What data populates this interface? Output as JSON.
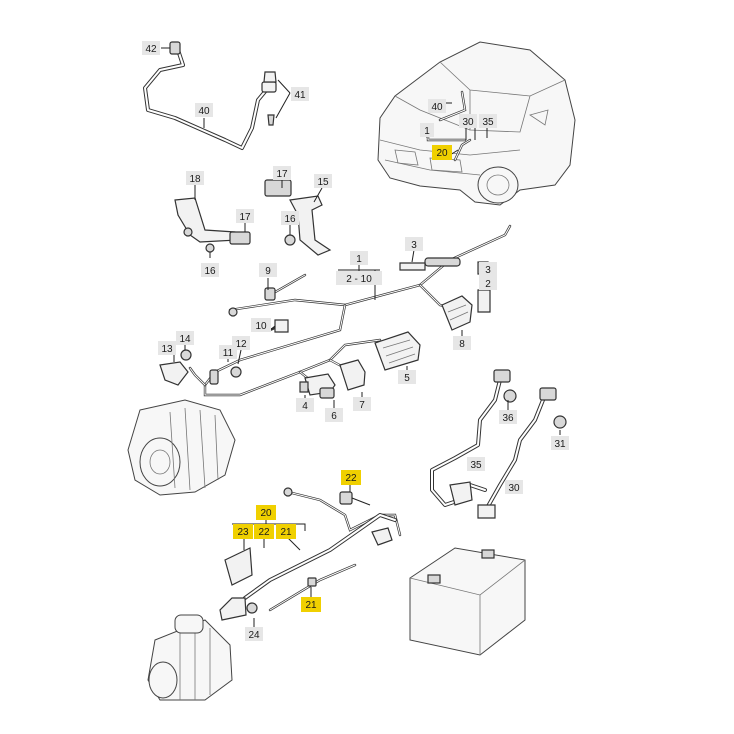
{
  "highlight_color": "#f0d000",
  "callout_color": "#e6e6e6",
  "labels": {
    "l42": "42",
    "l40": "40",
    "l41": "41",
    "l18": "18",
    "l17a": "17",
    "l17b": "17",
    "l15": "15",
    "l16a": "16",
    "l16b": "16",
    "l9": "9",
    "l1": "1",
    "l2_10": "2 - 10",
    "l3a": "3",
    "l3b": "3",
    "l2": "2",
    "l8": "8",
    "l10": "10",
    "l14": "14",
    "l13": "13",
    "l12": "12",
    "l11": "11",
    "l5": "5",
    "l4": "4",
    "l6": "6",
    "l7": "7",
    "l36": "36",
    "l31": "31",
    "l35": "35",
    "l30": "30",
    "l22a": "22",
    "l20": "20",
    "l23": "23",
    "l22b": "22",
    "l21a": "21",
    "l21b": "21",
    "l24": "24",
    "car40": "40",
    "car1": "1",
    "car30": "30",
    "car35": "35",
    "car20": "20"
  }
}
